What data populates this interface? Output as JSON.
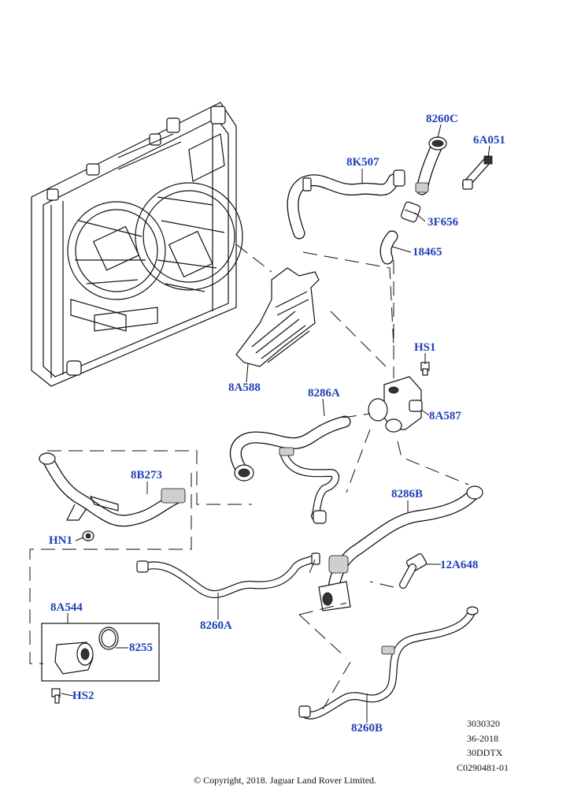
{
  "callouts": {
    "c8260C": "8260C",
    "c6A051": "6A051",
    "c8K507": "8K507",
    "c3F656": "3F656",
    "c18465": "18465",
    "cHS1": "HS1",
    "c8A588": "8A588",
    "c8286A": "8286A",
    "c8A587": "8A587",
    "c8B273": "8B273",
    "cHN1": "HN1",
    "c8286B": "8286B",
    "c12A648": "12A648",
    "c8A544": "8A544",
    "c8255": "8255",
    "c8260A": "8260A",
    "cHS2": "HS2",
    "c8260B": "8260B"
  },
  "meta": {
    "line1": "3030320",
    "line2": "36-2018",
    "line3": "30DDTX",
    "line4": "C0290481-01"
  },
  "copyright": "© Copyright, 2018. Jaguar Land Rover Limited.",
  "colors": {
    "callout": "#1f3fb8",
    "line": "#111111"
  }
}
